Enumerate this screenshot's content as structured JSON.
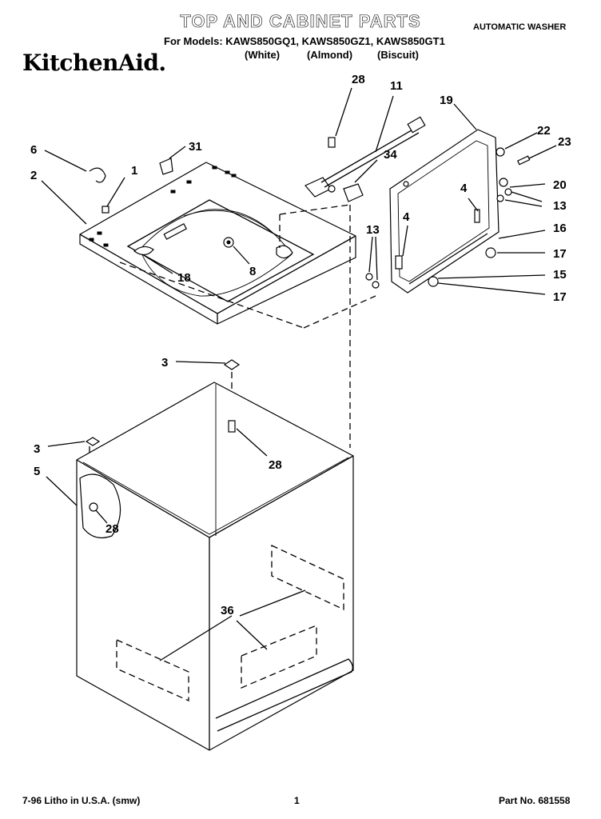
{
  "header": {
    "title": "TOP AND CABINET PARTS",
    "appliance_type": "AUTOMATIC WASHER",
    "models_line": "For Models: KAWS850GQ1, KAWS850GZ1, KAWS850GT1",
    "colors": [
      "(White)",
      "(Almond)",
      "(Biscuit)"
    ],
    "brand": "KitchenAid."
  },
  "callouts": [
    "28",
    "11",
    "19",
    "6",
    "31",
    "34",
    "22",
    "23",
    "2",
    "1",
    "20",
    "4",
    "13",
    "4",
    "16",
    "13",
    "17",
    "18",
    "8",
    "15",
    "17",
    "3",
    "3",
    "28",
    "5",
    "28",
    "36"
  ],
  "footer": {
    "litho": "7-96 Litho in U.S.A. (smw)",
    "page": "1",
    "part_no": "Part No. 681558"
  }
}
